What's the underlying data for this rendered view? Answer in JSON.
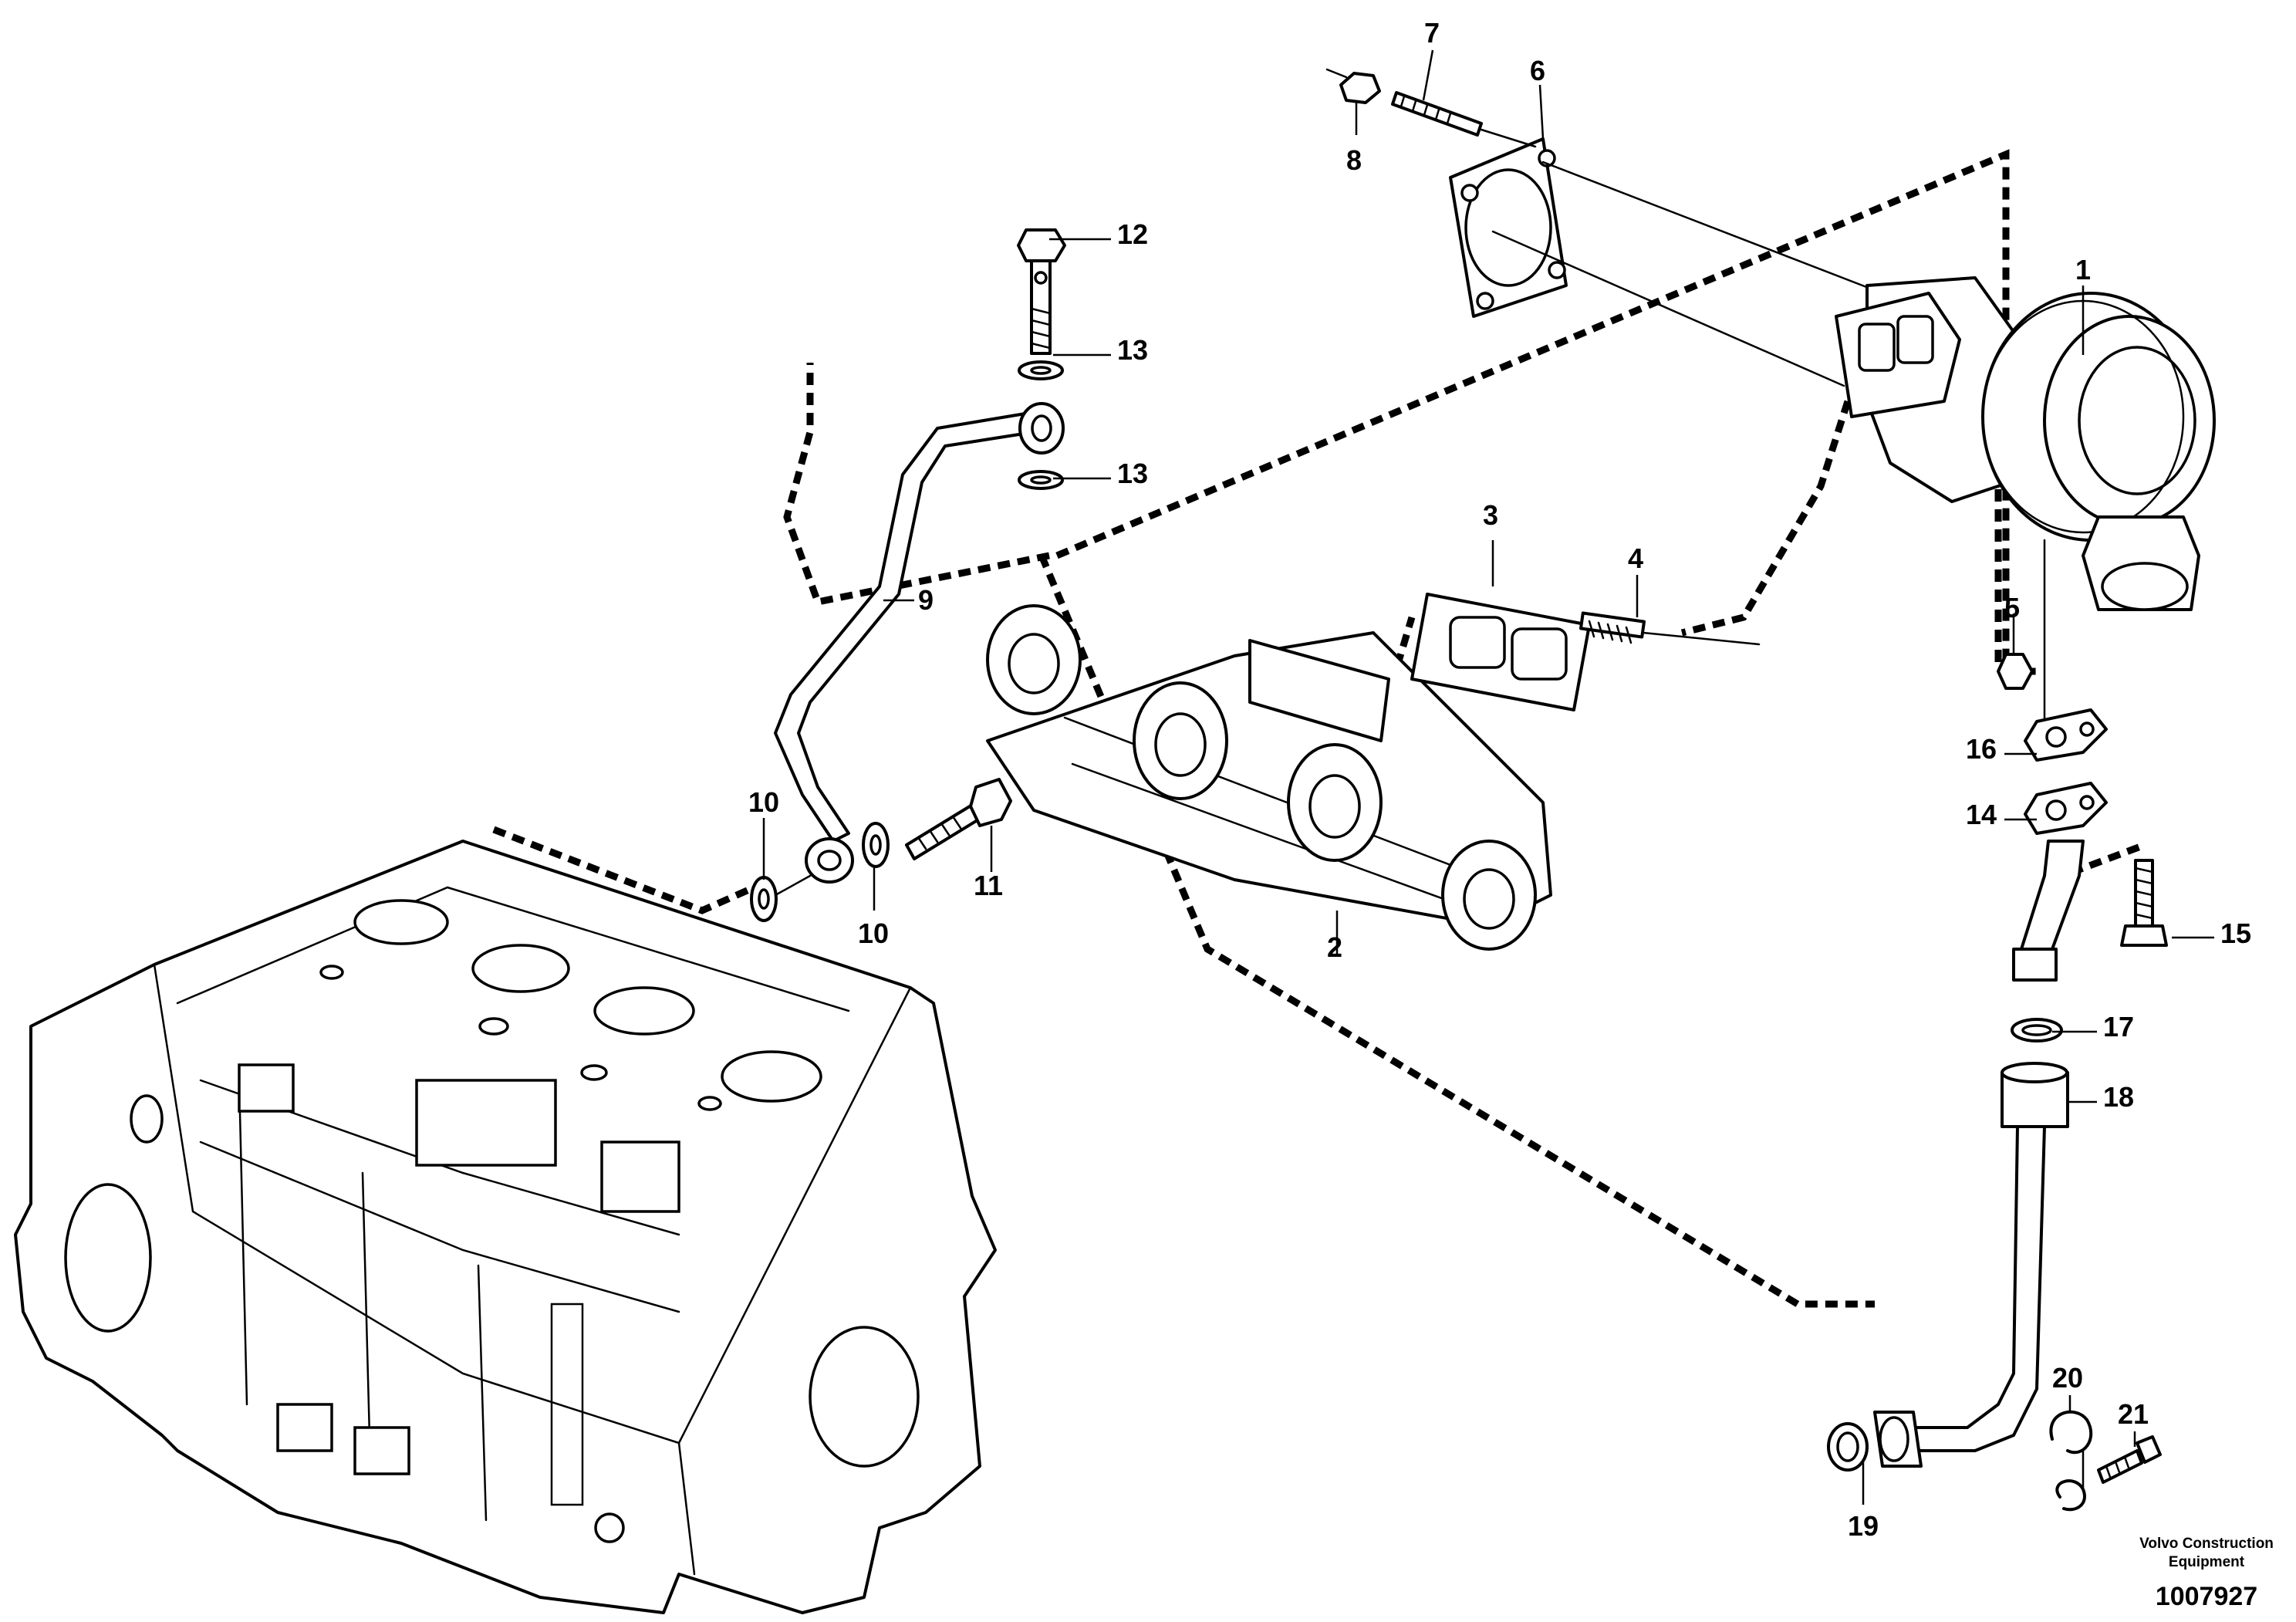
{
  "callouts": {
    "c1": "1",
    "c2": "2",
    "c3": "3",
    "c4": "4",
    "c5": "5",
    "c6": "6",
    "c7": "7",
    "c8": "8",
    "c9": "9",
    "c10a": "10",
    "c10b": "10",
    "c11": "11",
    "c12": "12",
    "c13a": "13",
    "c13b": "13",
    "c14": "14",
    "c15": "15",
    "c16": "16",
    "c17": "17",
    "c18": "18",
    "c19": "19",
    "c20": "20",
    "c21": "21"
  },
  "footer": {
    "brand_line1": "Volvo Construction",
    "brand_line2": "Equipment",
    "document_number": "1007927"
  }
}
